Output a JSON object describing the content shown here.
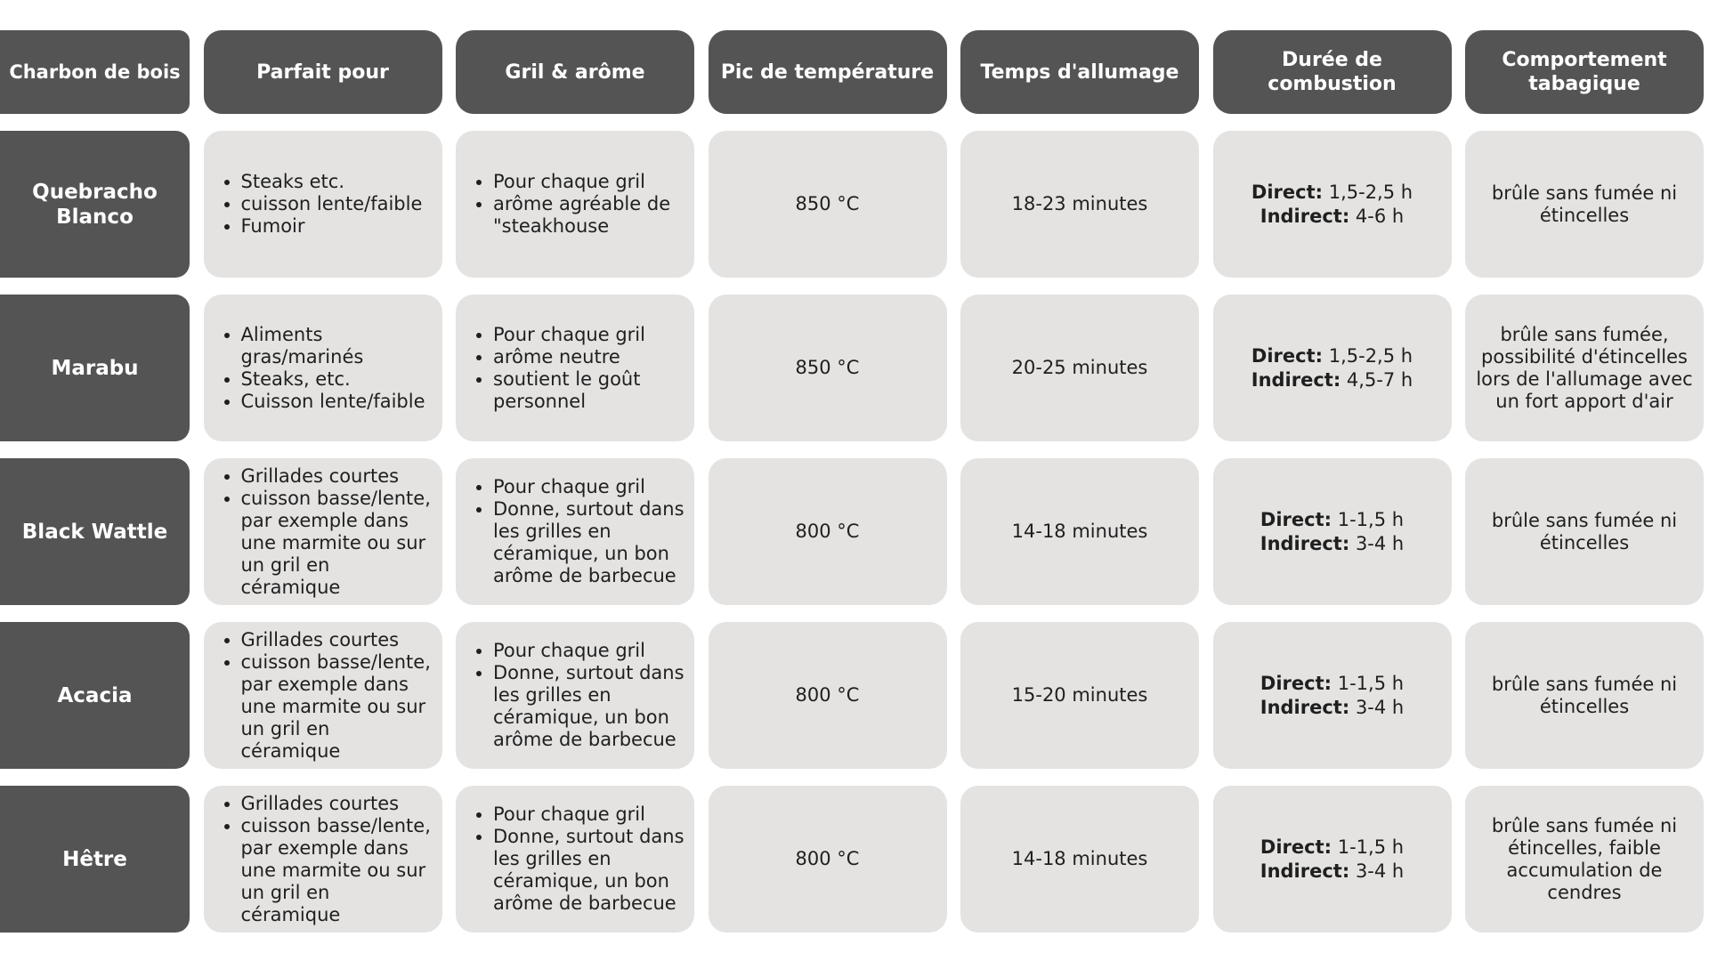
{
  "headers": [
    "Charbon de bois",
    "Parfait pour",
    "Gril & arôme",
    "Pic de température",
    "Temps d'allumage",
    "Durée de combustion",
    "Comportement tabagique"
  ],
  "burn_labels": {
    "direct": "Direct:",
    "indirect": "Indirect:"
  },
  "rows": [
    {
      "name": "Quebracho Blanco",
      "ideal_for": [
        "Steaks etc.",
        "cuisson lente/faible",
        "Fumoir"
      ],
      "grill_aroma": [
        "Pour chaque gril",
        "arôme agréable de \"steakhouse"
      ],
      "peak_temp": "850 °C",
      "ignition_time": "18-23 minutes",
      "burn_direct": "1,5-2,5 h",
      "burn_indirect": "4-6 h",
      "smoke": "brûle sans fumée ni étincelles"
    },
    {
      "name": "Marabu",
      "ideal_for": [
        "Aliments gras/marinés",
        "Steaks, etc.",
        "Cuisson lente/faible"
      ],
      "grill_aroma": [
        "Pour chaque gril",
        "arôme neutre",
        "soutient le goût personnel"
      ],
      "peak_temp": "850 °C",
      "ignition_time": "20-25 minutes",
      "burn_direct": "1,5-2,5 h",
      "burn_indirect": "4,5-7 h",
      "smoke": "brûle sans fumée, possibilité d'étincelles lors de l'allumage avec un fort apport d'air"
    },
    {
      "name": "Black Wattle",
      "ideal_for": [
        "Grillades courtes",
        "cuisson basse/lente, par exemple dans une marmite ou sur un gril en céramique"
      ],
      "grill_aroma": [
        "Pour chaque gril",
        "Donne, surtout dans les grilles en céramique, un bon arôme de barbecue"
      ],
      "peak_temp": "800 °C",
      "ignition_time": "14-18 minutes",
      "burn_direct": "1-1,5 h",
      "burn_indirect": "3-4 h",
      "smoke": "brûle sans fumée ni étincelles"
    },
    {
      "name": "Acacia",
      "ideal_for": [
        "Grillades courtes",
        "cuisson basse/lente, par exemple dans une marmite ou sur un gril en céramique"
      ],
      "grill_aroma": [
        "Pour chaque gril",
        "Donne, surtout dans les grilles en céramique, un bon arôme de barbecue"
      ],
      "peak_temp": "800 °C",
      "ignition_time": "15-20 minutes",
      "burn_direct": "1-1,5 h",
      "burn_indirect": "3-4 h",
      "smoke": "brûle sans fumée ni étincelles"
    },
    {
      "name": "Hêtre",
      "ideal_for": [
        "Grillades courtes",
        "cuisson basse/lente, par exemple dans une marmite ou sur un gril en céramique"
      ],
      "grill_aroma": [
        "Pour chaque gril",
        "Donne, surtout dans les grilles en céramique, un bon arôme de barbecue"
      ],
      "peak_temp": "800 °C",
      "ignition_time": "14-18 minutes",
      "burn_direct": "1-1,5 h",
      "burn_indirect": "3-4 h",
      "smoke": "brûle sans fumée ni étincelles, faible accumulation de cendres"
    }
  ]
}
